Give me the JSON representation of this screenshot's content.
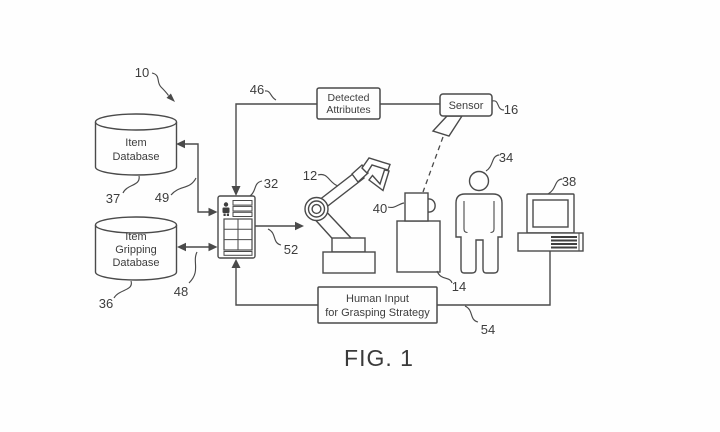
{
  "figure": {
    "caption": "FIG. 1",
    "type": "patent-schematic"
  },
  "colors": {
    "background": "#fefefe",
    "line": "#4a4a4a",
    "text": "#3d3d3d"
  },
  "nodes": {
    "system": {
      "ref": "10"
    },
    "item_database": {
      "line1": "Item",
      "line2": "Database",
      "ref": "37"
    },
    "item_gripping_database": {
      "line1": "Item",
      "line2": "Gripping",
      "line3": "Database",
      "ref": "36"
    },
    "controller": {
      "ref": "32"
    },
    "robot_arm": {
      "ref": "12"
    },
    "object_item": {
      "ref": "40"
    },
    "platform": {
      "ref": "14"
    },
    "human": {
      "ref": "34"
    },
    "workstation": {
      "ref": "38"
    },
    "sensor": {
      "label": "Sensor",
      "ref": "16"
    },
    "detected_attributes": {
      "line1": "Detected",
      "line2": "Attributes",
      "ref": "46"
    },
    "human_input": {
      "line1": "Human Input",
      "line2": "for Grasping Strategy",
      "ref": "54"
    }
  },
  "links": {
    "item_db_link": {
      "ref": "49"
    },
    "gripping_db_link": {
      "ref": "48"
    },
    "controller_robot_link": {
      "ref": "52"
    }
  }
}
